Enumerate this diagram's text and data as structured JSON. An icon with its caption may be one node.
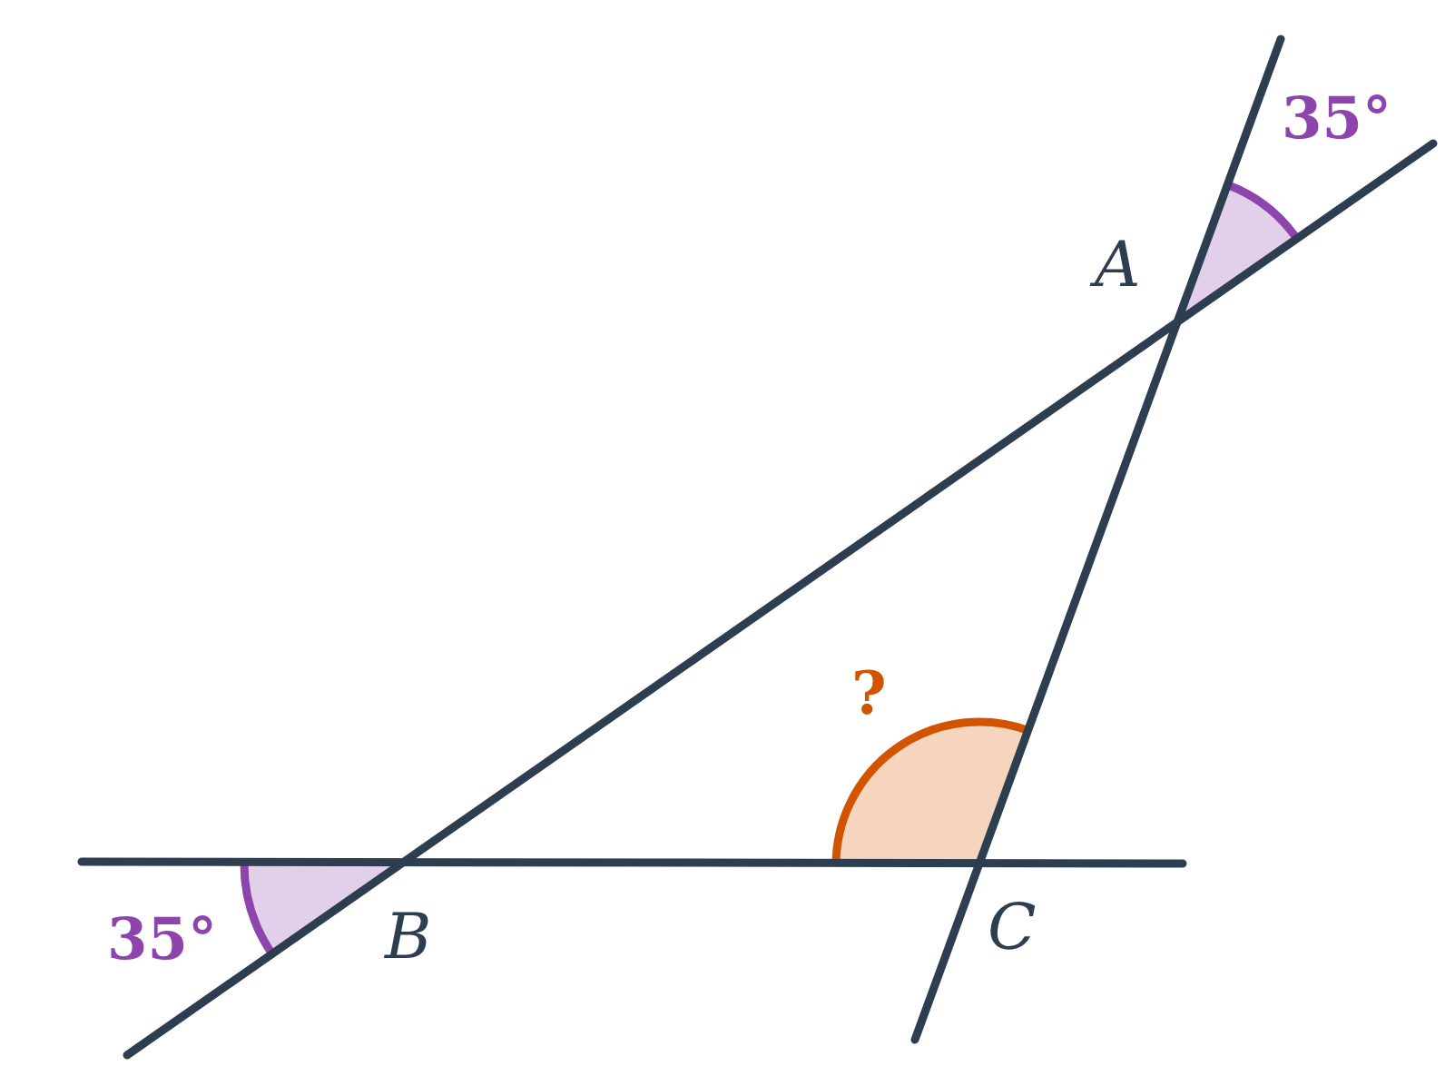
{
  "diagram": {
    "labels": [
      "35°",
      "A",
      "?",
      "35°",
      "B",
      "C"
    ]
  }
}
